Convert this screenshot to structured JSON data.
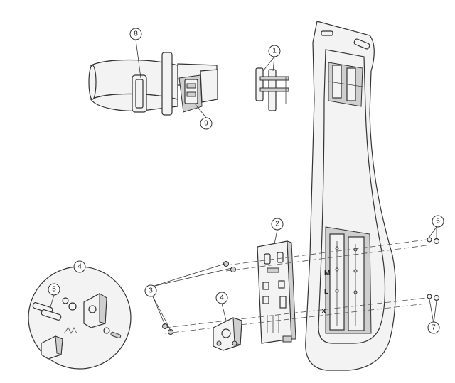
{
  "callouts": [
    {
      "id": "1",
      "label": "1"
    },
    {
      "id": "2",
      "label": "2"
    },
    {
      "id": "3",
      "label": "3"
    },
    {
      "id": "4a",
      "label": "4"
    },
    {
      "id": "4b",
      "label": "4"
    },
    {
      "id": "5",
      "label": "5"
    },
    {
      "id": "6",
      "label": "6"
    },
    {
      "id": "7",
      "label": "7"
    },
    {
      "id": "8",
      "label": "8"
    },
    {
      "id": "9",
      "label": "9"
    }
  ],
  "frame_marks": [
    "M",
    "L",
    "X"
  ]
}
